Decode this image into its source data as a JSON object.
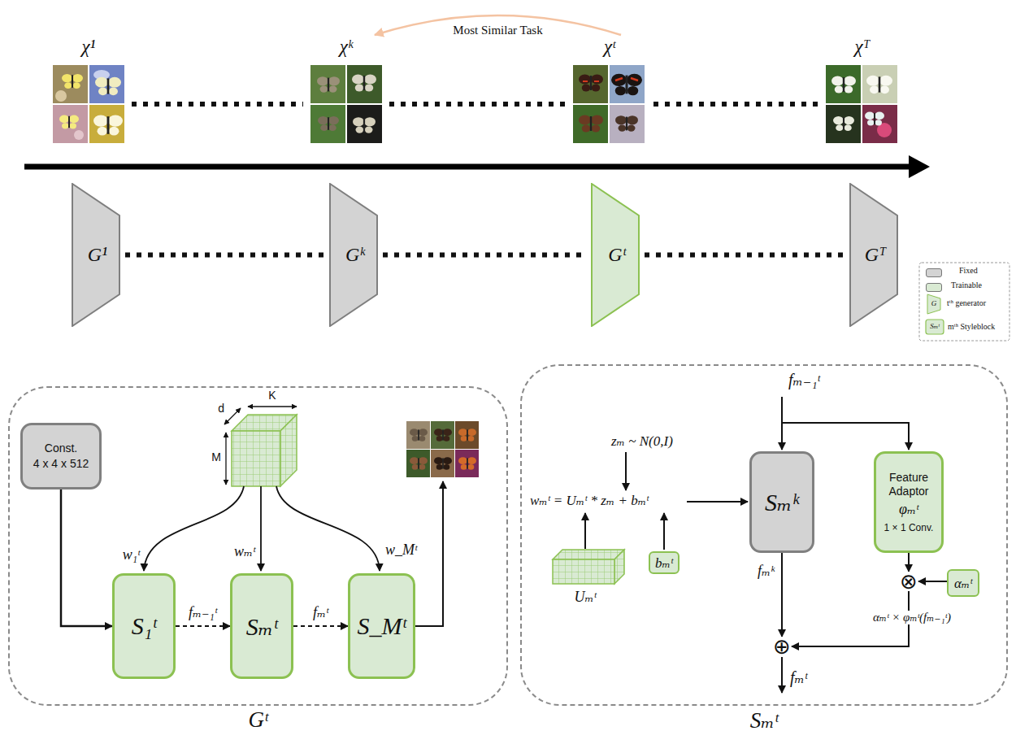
{
  "diagram": {
    "nodes": [
      {
        "text": [
          "χ¹"
        ]
      },
      {
        "text": [
          "χᵏ"
        ]
      },
      {
        "text": [
          "χᵗ"
        ]
      },
      {
        "text": [
          "χᵀ"
        ]
      },
      {
        "text": [
          "G¹"
        ]
      },
      {
        "text": [
          "Gᵏ"
        ]
      },
      {
        "text": [
          "Gᵗ"
        ]
      },
      {
        "text": [
          "Gᵀ"
        ]
      },
      {
        "text": [
          "Gᵗ"
        ]
      },
      {
        "text": [
          "Const.",
          "4 x 4 x 512"
        ],
        "in": 8
      },
      {
        "text": [
          "S₁ᵗ"
        ],
        "in": 8
      },
      {
        "text": [
          "Sₘᵗ"
        ],
        "in": 8
      },
      {
        "text": [
          "S_Mᵗ"
        ],
        "in": 8
      },
      {
        "text": [
          "Sₘᵗ"
        ]
      },
      {
        "text": [
          "Sₘᵏ"
        ],
        "in": 13
      },
      {
        "text": [
          "Feature Adaptor",
          "φₘᵗ",
          "1 × 1 Conv."
        ],
        "in": 13
      },
      {
        "text": [
          "bₘᵗ"
        ],
        "in": 13
      },
      {
        "text": [
          "αₘᵗ"
        ],
        "in": 13
      },
      {
        "text": [
          "⊗"
        ],
        "in": 13
      },
      {
        "text": [
          "⊕"
        ],
        "in": 13
      }
    ],
    "edges": [
      {
        "from": 0,
        "to": 1,
        "arrow": "none"
      },
      {
        "from": 1,
        "to": 2,
        "arrow": "none"
      },
      {
        "from": 2,
        "to": 3,
        "arrow": "none"
      },
      {
        "from": 2,
        "to": 1,
        "label": "Most Similar Task",
        "arrow": "to"
      },
      {
        "from": 4,
        "to": 5,
        "arrow": "none"
      },
      {
        "from": 5,
        "to": 6,
        "arrow": "none"
      },
      {
        "from": 6,
        "to": 7,
        "arrow": "none"
      },
      {
        "from": 9,
        "to": 10,
        "arrow": "to"
      },
      {
        "from": 10,
        "to": 11,
        "label": "fₘ₋₁ᵗ",
        "arrow": "to"
      },
      {
        "from": 11,
        "to": 12,
        "label": "fₘᵗ",
        "arrow": "to"
      },
      {
        "from": 14,
        "to": 19,
        "label": "fₘᵏ",
        "arrow": "to"
      },
      {
        "from": 15,
        "to": 18,
        "arrow": "to"
      },
      {
        "from": 17,
        "to": 18,
        "arrow": "to"
      },
      {
        "from": 18,
        "to": 19,
        "label": "αₘᵗ × φₘᵗ(fₘ₋₁ᵗ)",
        "arrow": "to"
      }
    ],
    "labels": [
      "d",
      "K",
      "M",
      "w₁ᵗ",
      "wₘᵗ",
      "w_Mᵗ",
      "fₘ₋₁ᵗ",
      "zₘ ~ N(0,I)",
      "wₘᵗ = Uₘᵗ * zₘ + bₘᵗ",
      "Uₘᵗ",
      "fₘᵗ",
      "G",
      "Sₘᵗ"
    ],
    "legend": [
      {
        "text": "Fixed",
        "color": "#d3d3d3"
      },
      {
        "text": "Trainable",
        "color": "#d9ead3"
      },
      {
        "text": "tᵗʰ generator"
      },
      {
        "text": "mᵗʰ Styleblock"
      }
    ]
  }
}
